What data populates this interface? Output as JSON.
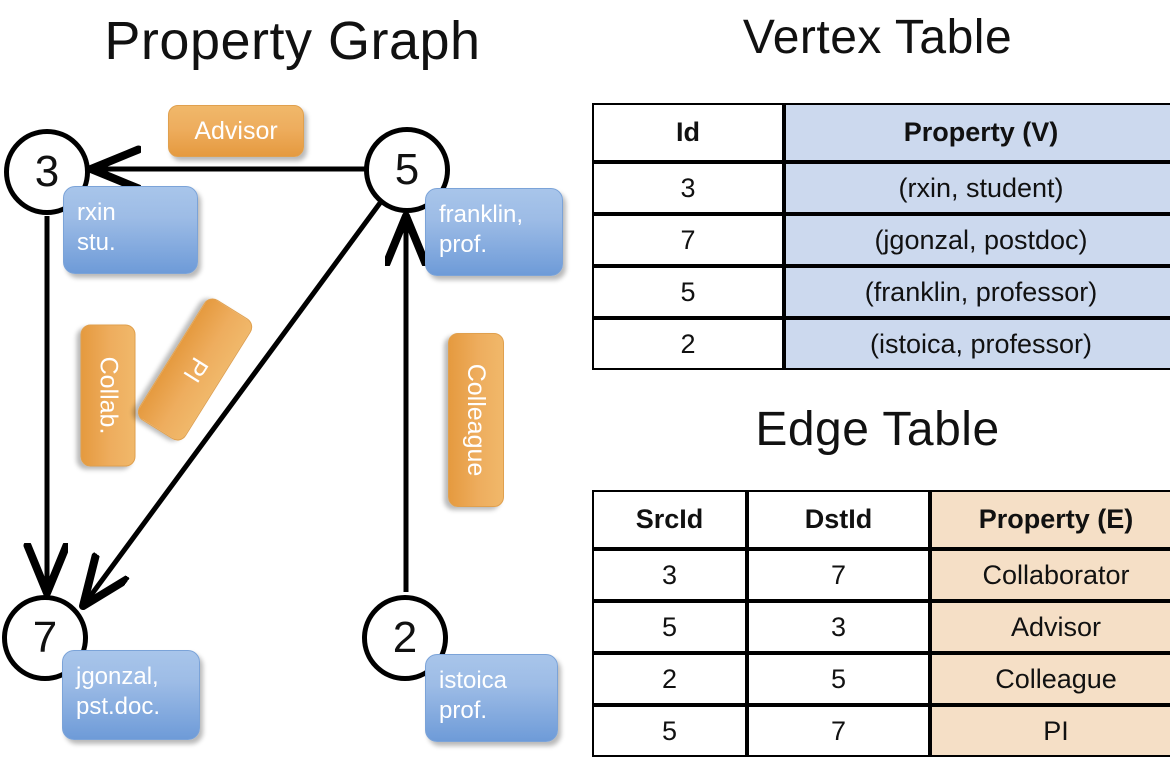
{
  "graph_panel": {
    "title": "Property Graph",
    "vertices": [
      {
        "id": "3",
        "property_lines": [
          "rxin",
          "stu."
        ]
      },
      {
        "id": "5",
        "property_lines": [
          "franklin,",
          "prof."
        ]
      },
      {
        "id": "7",
        "property_lines": [
          "jgonzal,",
          "pst.doc."
        ]
      },
      {
        "id": "2",
        "property_lines": [
          "istoica",
          "prof."
        ]
      }
    ],
    "edge_labels": [
      {
        "name": "advisor",
        "text": "Advisor"
      },
      {
        "name": "collab",
        "text": "Collab."
      },
      {
        "name": "pi",
        "text": "PI"
      },
      {
        "name": "colleague",
        "text": "Colleague"
      }
    ],
    "edges": [
      {
        "src": "5",
        "dst": "3",
        "label": "Advisor"
      },
      {
        "src": "3",
        "dst": "7",
        "label": "Collab."
      },
      {
        "src": "5",
        "dst": "7",
        "label": "PI"
      },
      {
        "src": "2",
        "dst": "5",
        "label": "Colleague"
      }
    ]
  },
  "vertex_table": {
    "title": "Vertex Table",
    "headers": [
      "Id",
      "Property (V)"
    ],
    "rows": [
      {
        "id": "3",
        "property": "(rxin, student)"
      },
      {
        "id": "7",
        "property": "(jgonzal, postdoc)"
      },
      {
        "id": "5",
        "property": "(franklin, professor)"
      },
      {
        "id": "2",
        "property": "(istoica, professor)"
      }
    ]
  },
  "edge_table": {
    "title": "Edge Table",
    "headers": [
      "SrcId",
      "DstId",
      "Property (E)"
    ],
    "rows": [
      {
        "src": "3",
        "dst": "7",
        "property": "Collaborator"
      },
      {
        "src": "5",
        "dst": "3",
        "property": "Advisor"
      },
      {
        "src": "2",
        "dst": "5",
        "property": "Colleague"
      },
      {
        "src": "5",
        "dst": "7",
        "property": "PI"
      }
    ]
  },
  "colors": {
    "vertex_property_fill": "#9dbce6",
    "edge_label_fill": "#eead5e",
    "vertex_table_highlight": "#ccd9ee",
    "edge_table_highlight": "#f5dfc6",
    "stroke": "#000000",
    "background": "#ffffff"
  }
}
